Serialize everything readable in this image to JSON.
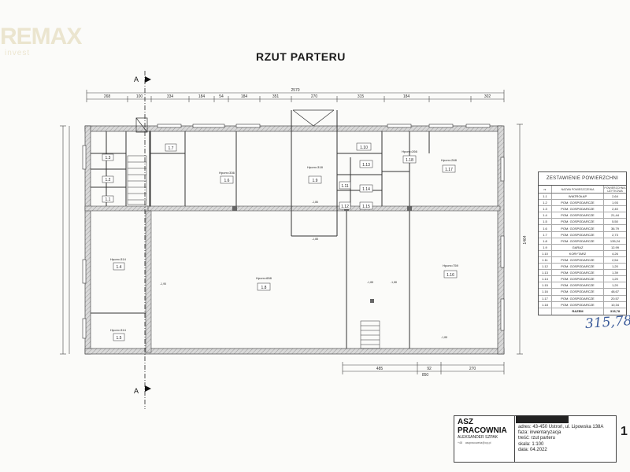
{
  "watermark": {
    "brand": "REMAX",
    "sub": "invest"
  },
  "title": "RZUT PARTERU",
  "section_marks": [
    "A",
    "A"
  ],
  "handwritten_total": "315,78",
  "sheet_number": "1",
  "dimensions": {
    "top_outer": "2570",
    "top_segments": [
      "268",
      "100",
      "334",
      "184",
      "54",
      "184",
      "351",
      "270",
      "315",
      "184",
      "302"
    ],
    "bottom_segments": [
      "485",
      "92",
      "270"
    ],
    "bottom_outer": "850",
    "right_side": "1464"
  },
  "rooms": [
    {
      "id": "1.1",
      "label": "1.1"
    },
    {
      "id": "1.2",
      "label": "1.2"
    },
    {
      "id": "1.3",
      "label": "1.3"
    },
    {
      "id": "1.4",
      "label": "1.4",
      "hpom": "Hpom=314"
    },
    {
      "id": "1.5",
      "label": "1.5",
      "hpom": "Hpom=314"
    },
    {
      "id": "1.6",
      "label": "1.6",
      "hpom": "Hpom=336"
    },
    {
      "id": "1.7",
      "label": "1.7"
    },
    {
      "id": "1.8",
      "label": "1.8",
      "hpom": "Hpom=658"
    },
    {
      "id": "1.9",
      "label": "1.9",
      "hpom": "Hpom=318"
    },
    {
      "id": "1.10",
      "label": "1.10"
    },
    {
      "id": "1.11",
      "label": "1.11"
    },
    {
      "id": "1.12",
      "label": "1.12"
    },
    {
      "id": "1.13",
      "label": "1.13"
    },
    {
      "id": "1.14",
      "label": "1.14"
    },
    {
      "id": "1.15",
      "label": "1.15"
    },
    {
      "id": "1.16",
      "label": "1.16",
      "hpom": "Hpom=759"
    },
    {
      "id": "1.17",
      "label": "1.17",
      "hpom": "Hpom=268"
    },
    {
      "id": "1.18",
      "label": "1.18",
      "hpom": "Hpom=266"
    }
  ],
  "levels": [
    "-1,86",
    "-1,88",
    "-1,95",
    "-1,88",
    "-1,88",
    "-1,88"
  ],
  "area_table": {
    "title": "ZESTAWIENIE POWIERZCHNI",
    "columns": [
      "nr",
      "NAZWA POMIESZCZENIA",
      "POWIERZCHNIA UŻYTKOWA"
    ],
    "rows": [
      [
        "1.1",
        "WIATROŁAP",
        "2,64"
      ],
      [
        "1.2",
        "POM. GOSPODARCZE",
        "1,93"
      ],
      [
        "1.3",
        "POM. GOSPODARCZE",
        "2,40"
      ],
      [
        "1.4",
        "POM. GOSPODARCZE",
        "21,44"
      ],
      [
        "1.5",
        "POM. GOSPODARCZE",
        "5,50"
      ],
      [
        "1.6",
        "POM. GOSPODARCZE",
        "36,79"
      ],
      [
        "1.7",
        "POM. GOSPODARCZE",
        "2,73"
      ],
      [
        "1.8",
        "POM. GOSPODARCZE",
        "135,24"
      ],
      [
        "1.9",
        "GARAŻ",
        "12,99"
      ],
      [
        "1.10",
        "KORYTARZ",
        "4,26"
      ],
      [
        "1.11",
        "POM. GOSPODARCZE",
        "2,54"
      ],
      [
        "1.12",
        "POM. GOSPODARCZE",
        "1,20"
      ],
      [
        "1.13",
        "POM. GOSPODARCZE",
        "1,39"
      ],
      [
        "1.14",
        "POM. GOSPODARCZE",
        "1,20"
      ],
      [
        "1.15",
        "POM. GOSPODARCZE",
        "1,20"
      ],
      [
        "1.16",
        "POM. GOSPODARCZE",
        "48,67"
      ],
      [
        "1.17",
        "POM. GOSPODARCZE",
        "20,57"
      ],
      [
        "1.18",
        "POM. GOSPODARCZE",
        "10,34"
      ]
    ],
    "total_label": "RAZEM",
    "total_value": "315,78"
  },
  "stamp": {
    "company_line1": "ASZ",
    "company_line2": "PRACOWNIA",
    "company_line3": "ALEKSANDER SZPAK",
    "contact": "+48    aszpracownia@op.pl",
    "address": "adres: 43-450 Ustroń, ul. Lipowska 138A",
    "phase": "faza: inwentaryzacja",
    "content": "treść: rzut parteru",
    "scale": "skala: 1:100",
    "date": "data: 04.2022"
  },
  "colors": {
    "wall": "#9e9e9e",
    "line": "#333333",
    "handwriting": "#3b5b9a",
    "watermark": "#e9e2c8"
  }
}
